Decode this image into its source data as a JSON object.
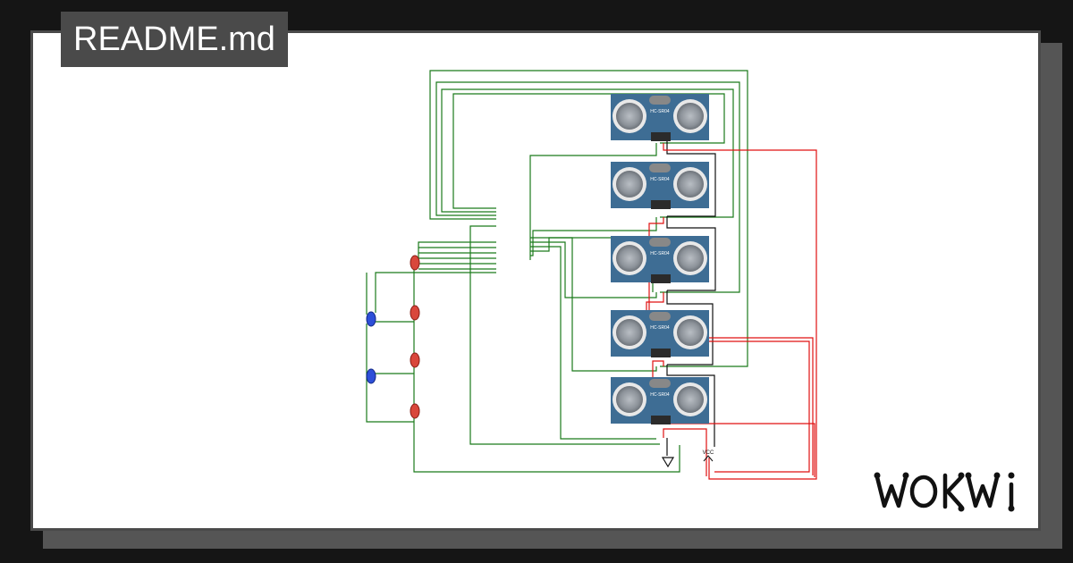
{
  "header": {
    "title": "README.md"
  },
  "brand": {
    "name": "WOKWI",
    "color": "#111111"
  },
  "diagram": {
    "sensor_label": "HC-SR04",
    "sensor_count": 5,
    "power_label": "VCC",
    "ground_symbol": "ground-icon",
    "leds": [
      {
        "color": "red"
      },
      {
        "color": "red"
      },
      {
        "color": "red"
      },
      {
        "color": "red"
      },
      {
        "color": "blue"
      },
      {
        "color": "blue"
      }
    ],
    "wire_colors": {
      "signal": "#1b7a1b",
      "power": "#e01010",
      "ground": "#111111"
    },
    "sensor_color": "#3e6d94"
  }
}
